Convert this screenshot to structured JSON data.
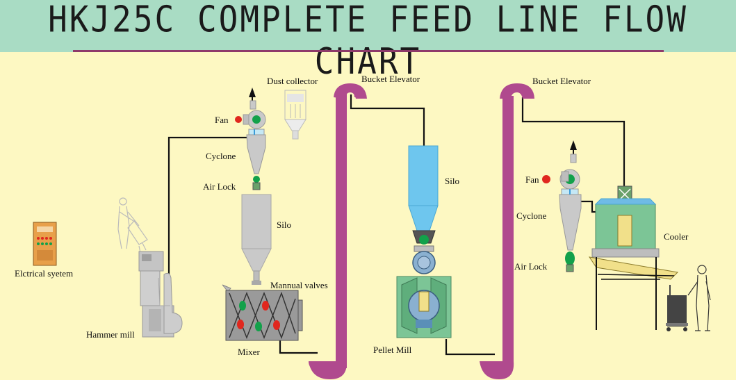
{
  "title": "HKJ25C COMPLETE FEED LINE FLOW CHART",
  "labels": {
    "dust_collector": "Dust   collector",
    "bucket_elevator_1": "Bucket   Elevator",
    "bucket_elevator_2": "Bucket   Elevator",
    "fan_1": "Fan",
    "fan_2": "Fan",
    "cyclone_1": "Cyclone",
    "cyclone_2": "Cyclone",
    "air_lock_1": "Air Lock",
    "air_lock_2": "Air Lock",
    "silo_1": "Silo",
    "silo_2": "Silo",
    "manual_valves": "Mannual  valves",
    "electrical_system": "Elctrical syetem",
    "hammer_mill": "Hammer mill",
    "mixer": "Mixer",
    "pellet_mill": "Pellet Mill",
    "cooler": "Cooler"
  },
  "colors": {
    "background": "#fdf8c2",
    "title_bar": "#a9dcc4",
    "elevator": "#b04a8e",
    "pipe": "#111111",
    "equipment_gray": "#bdbdbd",
    "silo_blue": "#6ec6ee",
    "machine_green": "#7cc596",
    "indicator_red": "#e0271e",
    "indicator_green": "#12a14a"
  }
}
